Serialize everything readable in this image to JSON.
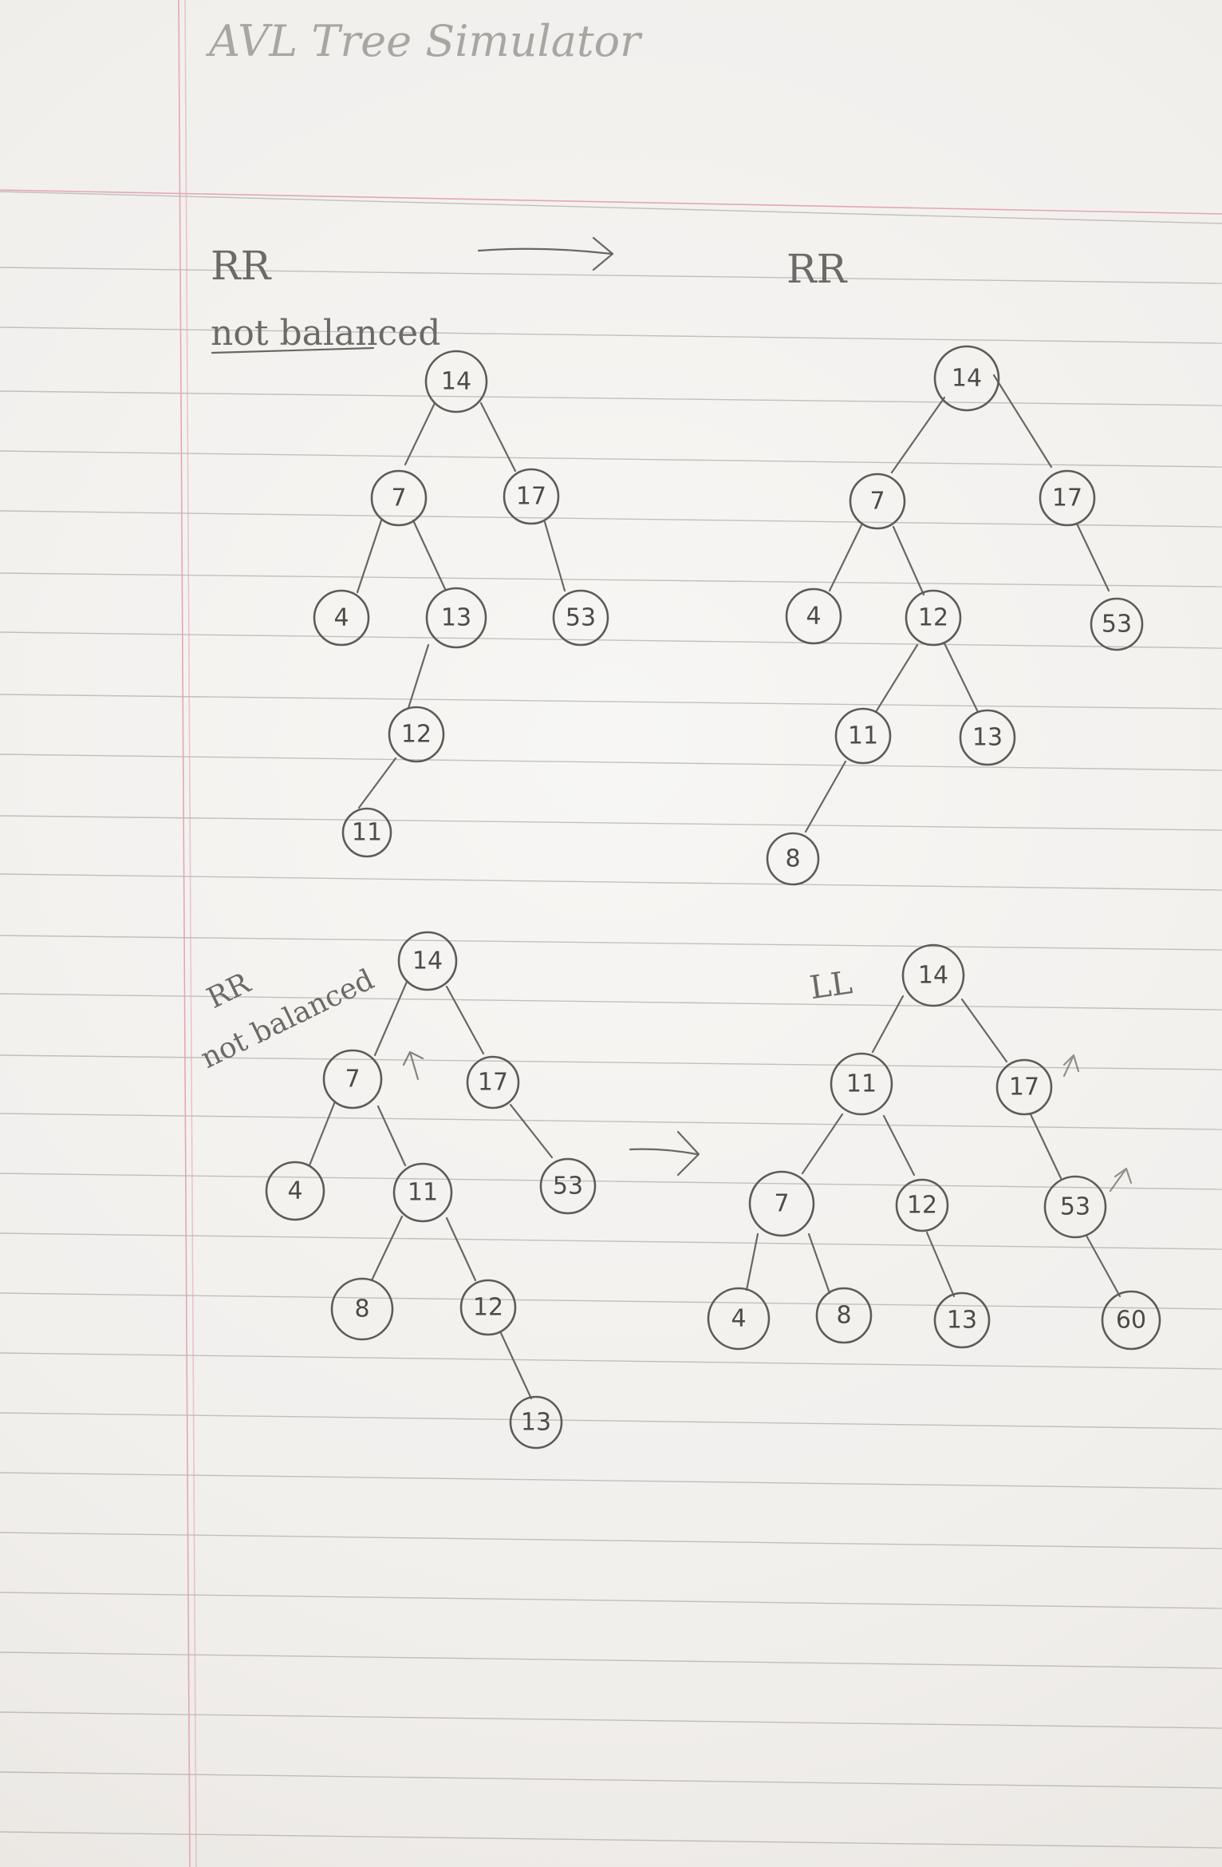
{
  "title": "AVL Tree Simulator",
  "panels": [
    {
      "label": "RR",
      "note": "not balanced",
      "edges": [
        [
          14,
          7
        ],
        [
          14,
          17
        ],
        [
          7,
          4
        ],
        [
          7,
          13
        ],
        [
          13,
          12
        ],
        [
          12,
          11
        ],
        [
          17,
          53
        ]
      ],
      "nodes": [
        "14",
        "7",
        "17",
        "4",
        "13",
        "53",
        "12",
        "11"
      ]
    },
    {
      "label": "RR",
      "note": "",
      "edges": [
        [
          14,
          7
        ],
        [
          14,
          17
        ],
        [
          7,
          4
        ],
        [
          7,
          12
        ],
        [
          12,
          11
        ],
        [
          12,
          13
        ],
        [
          11,
          8
        ],
        [
          17,
          53
        ]
      ],
      "nodes": [
        "14",
        "7",
        "17",
        "4",
        "12",
        "53",
        "11",
        "13",
        "8"
      ]
    },
    {
      "label": "RR",
      "note": "not balanced",
      "edges": [
        [
          14,
          7
        ],
        [
          14,
          17
        ],
        [
          7,
          4
        ],
        [
          7,
          11
        ],
        [
          11,
          8
        ],
        [
          11,
          12
        ],
        [
          12,
          13
        ],
        [
          17,
          53
        ]
      ],
      "nodes": [
        "14",
        "7",
        "17",
        "4",
        "11",
        "53",
        "8",
        "12",
        "13"
      ]
    },
    {
      "label": "LL",
      "note": "",
      "edges": [
        [
          14,
          11
        ],
        [
          14,
          17
        ],
        [
          11,
          7
        ],
        [
          11,
          12
        ],
        [
          7,
          4
        ],
        [
          7,
          8
        ],
        [
          12,
          13
        ],
        [
          17,
          53
        ],
        [
          53,
          60
        ]
      ],
      "nodes": [
        "14",
        "11",
        "17",
        "7",
        "12",
        "53",
        "4",
        "8",
        "13",
        "60"
      ]
    }
  ]
}
